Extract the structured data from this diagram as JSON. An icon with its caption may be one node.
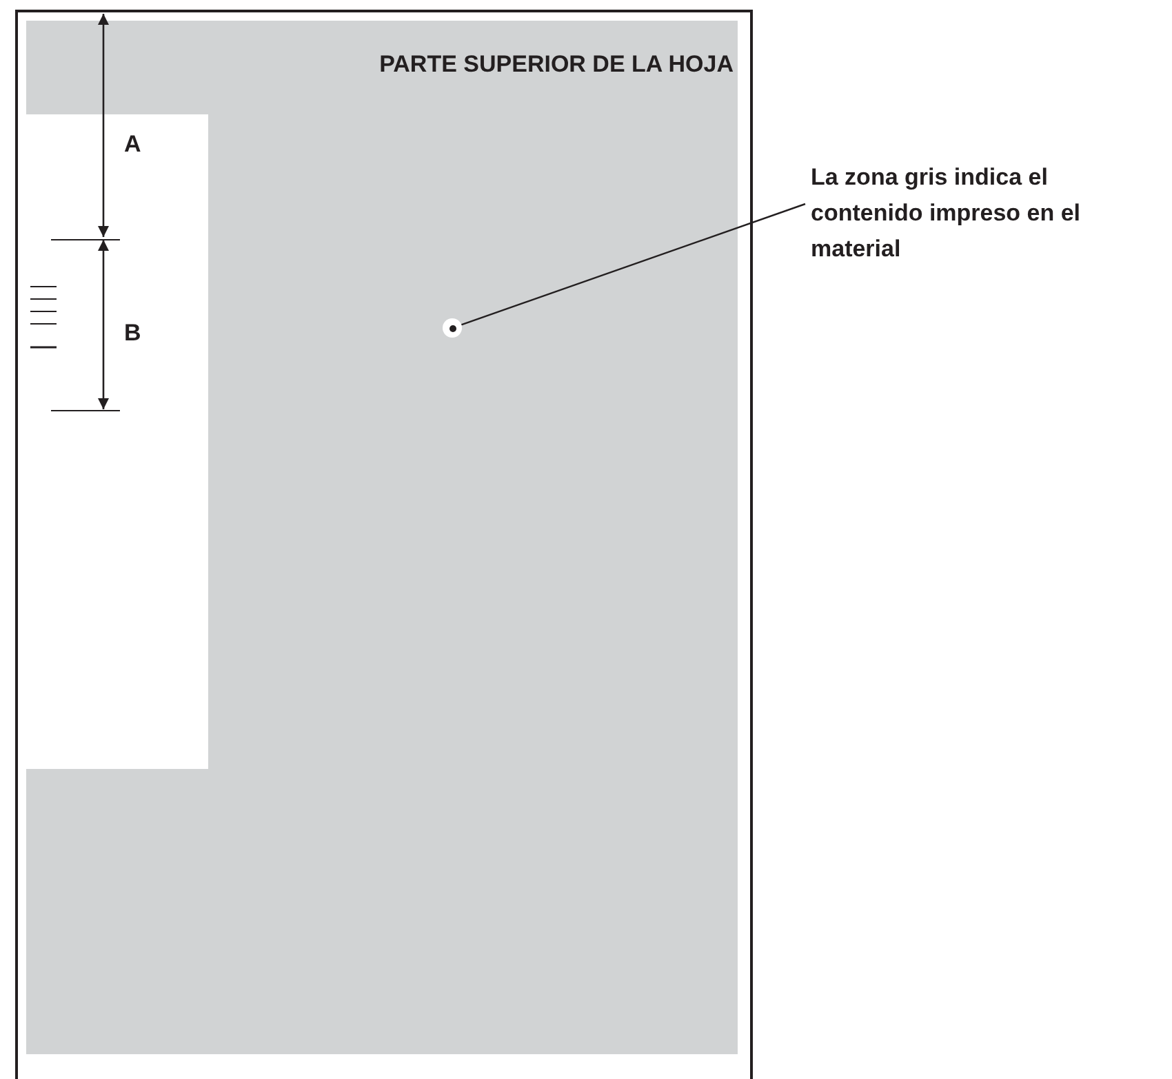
{
  "diagram": {
    "nodes": [
      {
        "text": [
          "La zona gris indica el contenido impreso en el material"
        ]
      },
      {
        "text": [],
        "shape": "circle"
      }
    ],
    "edges": [
      {
        "from": 0,
        "to": 1,
        "arrow": "none"
      }
    ],
    "labels": [
      "PARTE SUPERIOR DE LA HOJA",
      "A",
      "B"
    ]
  }
}
